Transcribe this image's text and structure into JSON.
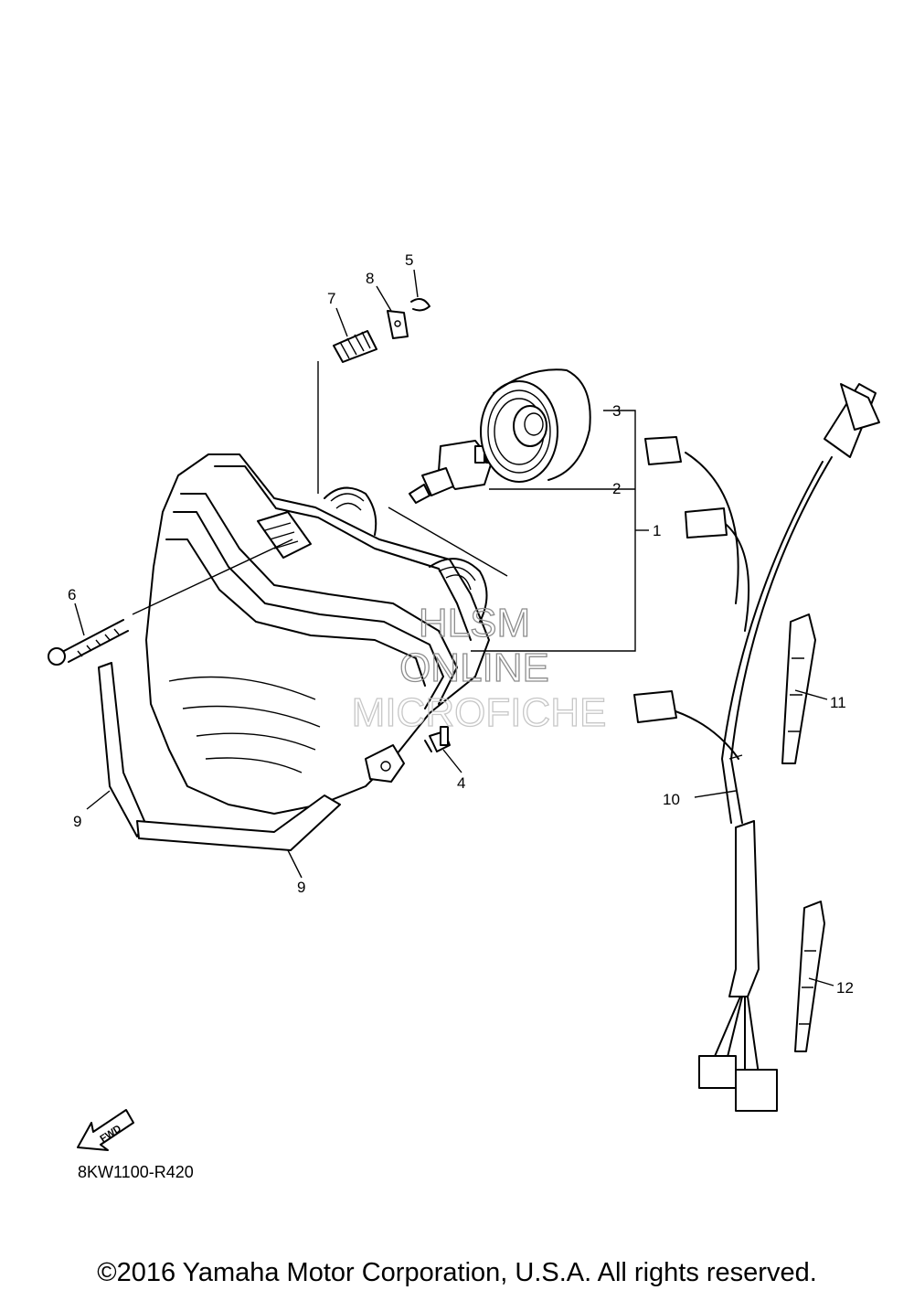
{
  "callouts": {
    "c1": "1",
    "c2": "2",
    "c3": "3",
    "c4": "4",
    "c5": "5",
    "c6": "6",
    "c7": "7",
    "c8": "8",
    "c9a": "9",
    "c9b": "9",
    "c10": "10",
    "c11": "11",
    "c12": "12"
  },
  "watermark": {
    "line1": "HLSM",
    "line2": "ONLINE",
    "line3": "MICROFICHE"
  },
  "fwd_label": "FWD",
  "part_code": "8KW1100-R420",
  "copyright": "©2016 Yamaha Motor Corporation, U.S.A. All rights reserved."
}
